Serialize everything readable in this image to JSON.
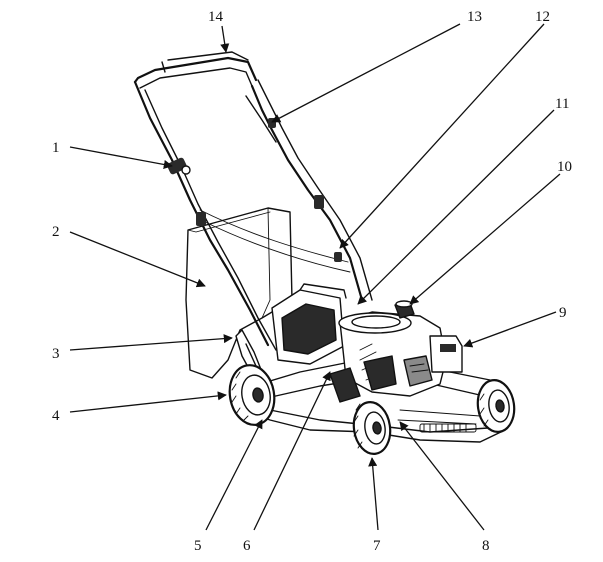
{
  "diagram": {
    "callouts": [
      {
        "id": "c1",
        "label": "1"
      },
      {
        "id": "c2",
        "label": "2"
      },
      {
        "id": "c3",
        "label": "3"
      },
      {
        "id": "c4",
        "label": "4"
      },
      {
        "id": "c5",
        "label": "5"
      },
      {
        "id": "c6",
        "label": "6"
      },
      {
        "id": "c7",
        "label": "7"
      },
      {
        "id": "c8",
        "label": "8"
      },
      {
        "id": "c9",
        "label": "9"
      },
      {
        "id": "c10",
        "label": "10"
      },
      {
        "id": "c11",
        "label": "11"
      },
      {
        "id": "c12",
        "label": "12"
      },
      {
        "id": "c13",
        "label": "13"
      },
      {
        "id": "c14",
        "label": "14"
      }
    ],
    "colors": {
      "ink": "#111111",
      "background": "#ffffff"
    },
    "subject_icon": "lawn-mower-line-drawing"
  }
}
